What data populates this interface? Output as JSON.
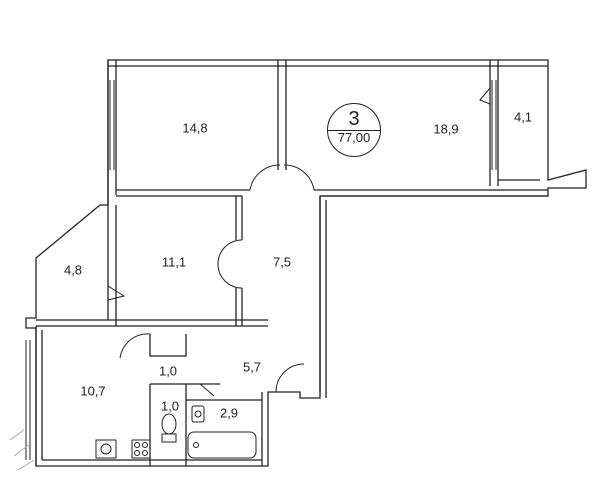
{
  "apartment": {
    "rooms": "3",
    "total_area": "77,00"
  },
  "rooms": {
    "room_big_top_left": "14,8",
    "room_big_top_right": "18,9",
    "balcony_right": "4,1",
    "room_middle": "11,1",
    "corridor": "7,5",
    "loggia_left": "4,8",
    "kitchen": "10,7",
    "wc_corridor": "1,0",
    "hall": "5,7",
    "wc": "1,0",
    "bathroom": "2,9"
  }
}
